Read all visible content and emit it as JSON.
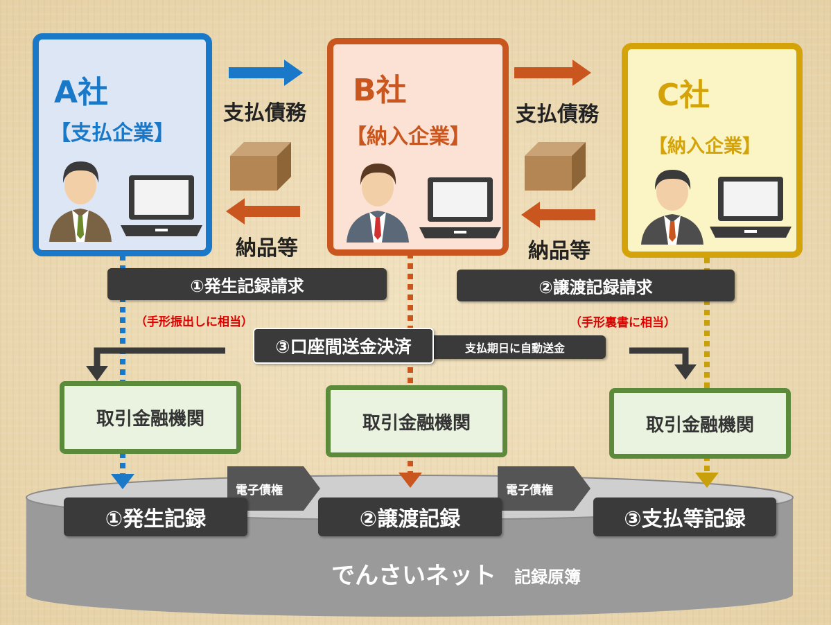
{
  "companies": [
    {
      "name": "A社",
      "role": "【支払企業】"
    },
    {
      "name": "B社",
      "role": "【納入企業】"
    },
    {
      "name": "C社",
      "role": "【納入企業】"
    }
  ],
  "flows": {
    "payment_ab": "支払債務",
    "payment_bc": "支払債務",
    "delivery_ba": "納品等",
    "delivery_cb": "納品等"
  },
  "requests": {
    "issue": "①発生記録請求",
    "transfer": "②譲渡記録請求",
    "issue_note": "（手形振出しに相当）",
    "transfer_note": "（手形裏書に相当）",
    "settlement": "③口座間送金決済",
    "settlement_note": "支払期日に自動送金"
  },
  "banks": [
    "取引金融機関",
    "取引金融機関",
    "取引金融機関"
  ],
  "records": {
    "issue": "①発生記録",
    "transfer": "②譲渡記録",
    "payment": "③支払等記録",
    "tag1": "電子債権",
    "tag2": "電子債権"
  },
  "registry": {
    "name": "でんさいネット",
    "subtitle": "記録原簿"
  },
  "colors": {
    "a_border": "#1a78c8",
    "b_border": "#c8561e",
    "c_border": "#d4a30a",
    "bank_border": "#5a8a3a",
    "dark_box": "#3a3a3a"
  }
}
